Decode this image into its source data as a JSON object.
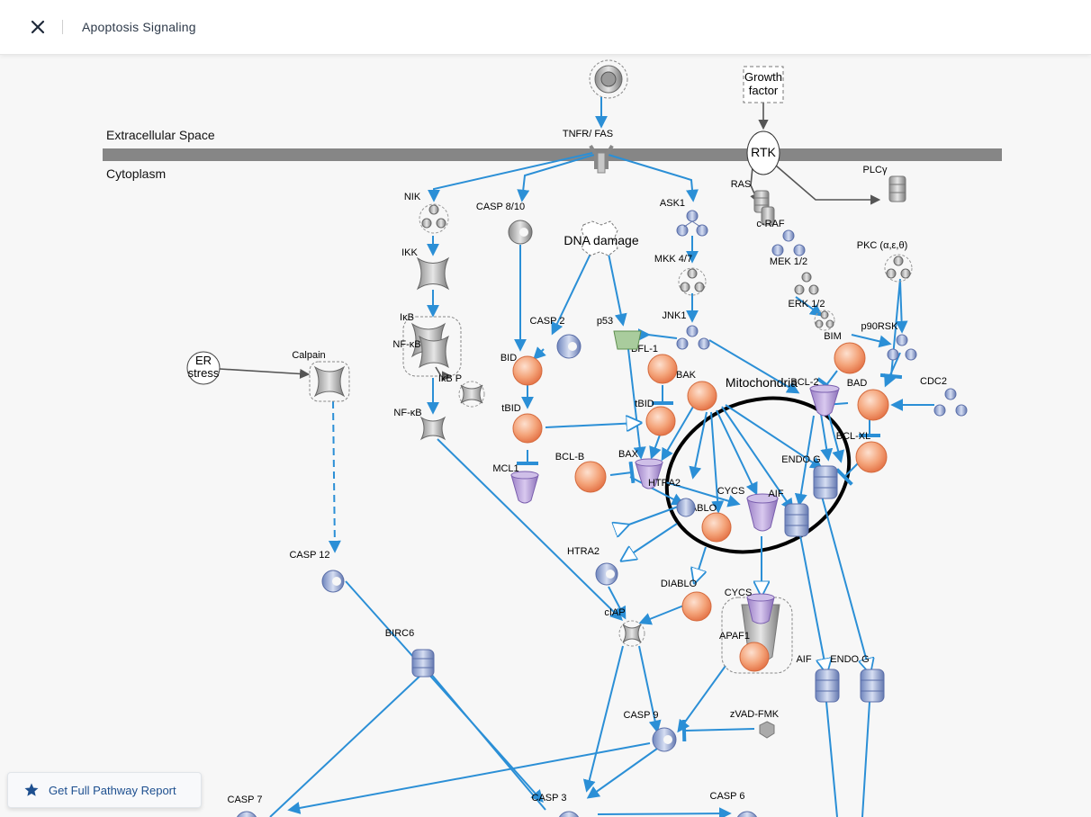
{
  "header": {
    "title": "Apoptosis Signaling"
  },
  "compartments": {
    "extracellular": "Extracellular Space",
    "cytoplasm": "Cytoplasm"
  },
  "labels": {
    "tnfr": "TNFR/ FAS",
    "growth_factor_1": "Growth",
    "growth_factor_2": "factor",
    "rtk": "RTK",
    "ras": "RAS",
    "plcg": "PLCγ",
    "craf": "c-RAF",
    "mek": "MEK 1/2",
    "pkc": "PKC (α,ε,θ)",
    "erk": "ERK 1/2",
    "bim": "BIM",
    "p90rsk": "p90RSK",
    "bad": "BAD",
    "cdc2": "CDC2",
    "nik": "NIK",
    "ikk": "IKK",
    "ikb": "IκB",
    "nfkb_complex": "NF-κB",
    "ikbp": "IκB P",
    "nfkb": "NF-κB",
    "casp810": "CASP 8/10",
    "dna_damage": "DNA damage",
    "ask1": "ASK1",
    "mkk47": "MKK 4/7",
    "jnk1": "JNK1",
    "casp2": "CASP 2",
    "p53": "p53",
    "bfl1": "BFL-1",
    "bak": "BAK",
    "mitochondria": "Mitochondria",
    "bcl2": "BCL-2",
    "bid": "BID",
    "tbid_1": "tBID",
    "tbid_2": "tBID",
    "bax": "BAX",
    "bclb": "BCL-B",
    "mcl1": "MCL1",
    "htra2_mito": "HTRA2",
    "diablo_mito": "DIABLO",
    "cycs_mito": "CYCS",
    "aif_mito": "AIF",
    "endog_mito": "ENDO G",
    "bclxl": "BCL-XL",
    "er_stress_1": "ER",
    "er_stress_2": "stress",
    "calpain": "Calpain",
    "casp12": "CASP 12",
    "htra2": "HTRA2",
    "diablo": "DIABLO",
    "ciap": "cIAP",
    "cycs": "CYCS",
    "apaf1": "APAF1",
    "aif": "AIF",
    "endog": "ENDO G",
    "birc6": "BIRC6",
    "casp9": "CASP 9",
    "zvad": "zVAD-FMK",
    "casp7": "CASP 7",
    "casp3": "CASP 3",
    "casp6": "CASP 6"
  },
  "report_button": {
    "label": "Get Full Pathway Report"
  },
  "colors": {
    "edge": "#2b8fd6",
    "edge_gray": "#555555",
    "membrane": "#868686",
    "orange_node": "#f29a6e",
    "purple_node": "#b59bd6",
    "blue_node": "#8a9fcf",
    "accent": "#1d4f8f"
  },
  "icons": {
    "close": "close-icon",
    "star": "star-icon"
  }
}
